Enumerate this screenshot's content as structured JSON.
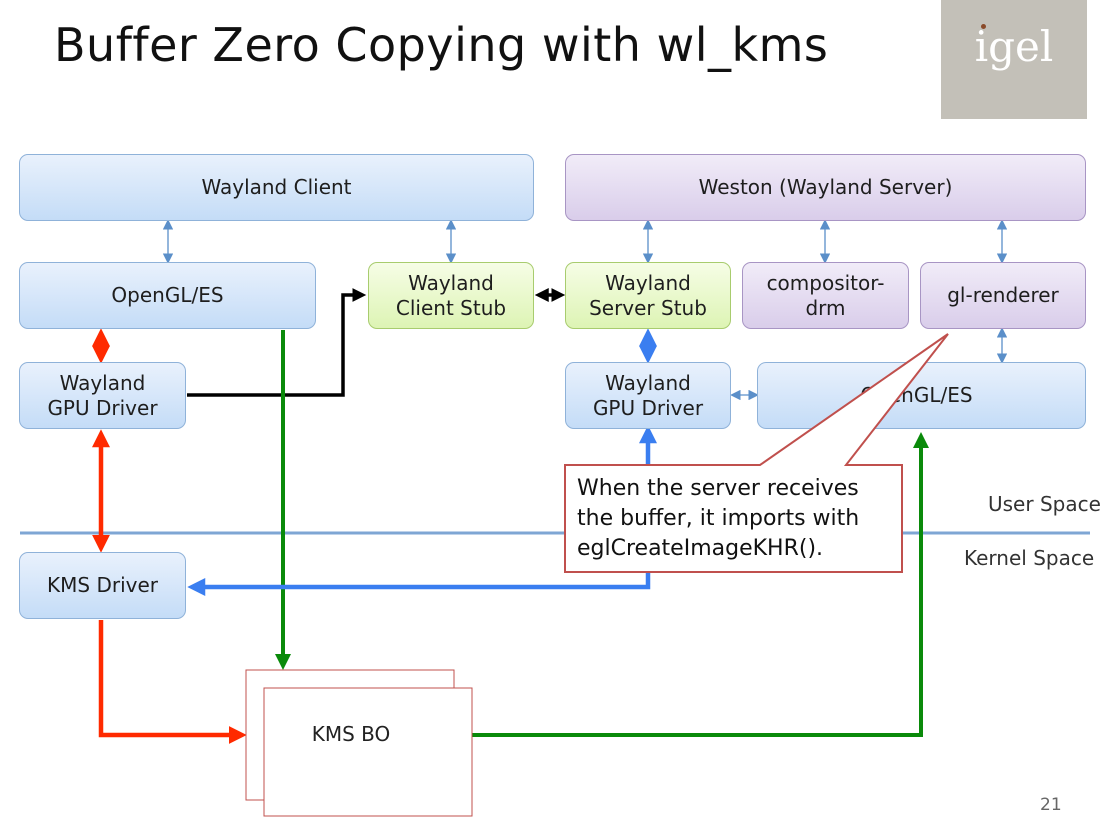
{
  "slide": {
    "title": "Buffer Zero Copying with wl_kms",
    "page_number": "21",
    "logo_text": "igel"
  },
  "boxes": {
    "wayland_client": "Wayland Client",
    "weston": "Weston (Wayland Server)",
    "opengl_es_client": "OpenGL/ES",
    "wayland_client_stub": "Wayland\nClient Stub",
    "wayland_server_stub": "Wayland\nServer Stub",
    "compositor_drm": "compositor-\ndrm",
    "gl_renderer": "gl-renderer",
    "wayland_gpu_driver_client": "Wayland\nGPU Driver",
    "wayland_gpu_driver_server": "Wayland\nGPU Driver",
    "opengl_es_server": "OpenGL/ES",
    "kms_driver": "KMS Driver",
    "kms_bo": "KMS BO"
  },
  "labels": {
    "user_space": "User Space",
    "kernel_space": "Kernel Space"
  },
  "callout": {
    "text": "When the server receives\nthe buffer, it imports with\neglCreateImageKHR()."
  },
  "colors": {
    "red_arrow": "#ff2a00",
    "green_arrow": "#0a8a0a",
    "blue_arrow": "#3a7ef0",
    "black_arrow": "#000000",
    "small_arrow": "#5b8fc9",
    "callout_border": "#c0504d"
  }
}
